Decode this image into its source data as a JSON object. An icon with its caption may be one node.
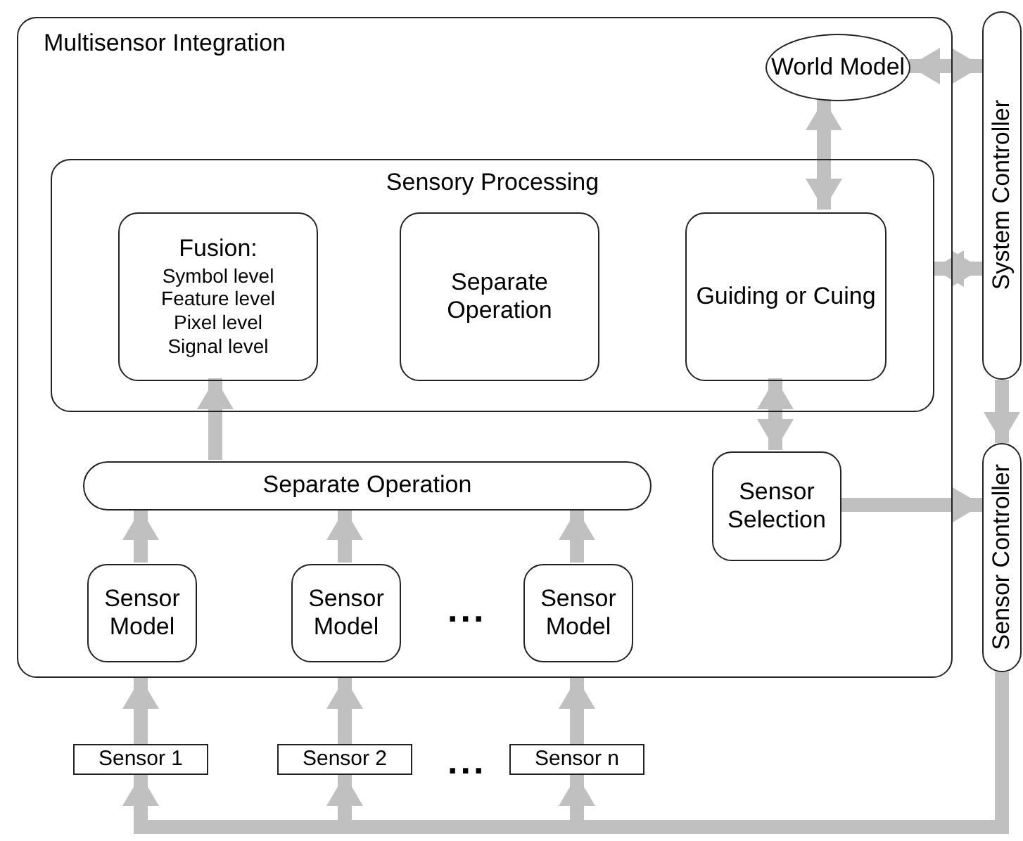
{
  "diagram": {
    "nodes": [
      {
        "text": [
          "Multisensor Integration"
        ]
      },
      {
        "text": [
          "World Model"
        ],
        "in": 0
      },
      {
        "text": [
          "Sensory Processing"
        ],
        "in": 0
      },
      {
        "text": [
          "Fusion:",
          "Symbol level Feature level Pixel level Signal level"
        ],
        "in": 2
      },
      {
        "text": [
          "Separate Operation"
        ],
        "in": 2
      },
      {
        "text": [
          "Guiding or Cuing"
        ],
        "in": 2
      },
      {
        "text": [
          "Separate Operation"
        ],
        "in": 0
      },
      {
        "text": [
          "Sensor Selection"
        ],
        "in": 0
      },
      {
        "text": [
          "Sensor Model"
        ],
        "in": 0
      },
      {
        "text": [
          "Sensor Model"
        ],
        "in": 0
      },
      {
        "text": [
          "Sensor Model"
        ],
        "in": 0
      },
      {
        "text": [
          "System Controller"
        ]
      },
      {
        "text": [
          "Sensor Controller"
        ]
      },
      {
        "text": [
          "Sensor 1"
        ]
      },
      {
        "text": [
          "Sensor 2"
        ]
      },
      {
        "text": [
          "Sensor n"
        ]
      }
    ],
    "edges": [
      {
        "from": 1,
        "to": 11,
        "arrow": "both"
      },
      {
        "from": 2,
        "to": 11,
        "arrow": "both"
      },
      {
        "from": 1,
        "to": 5,
        "arrow": "both"
      },
      {
        "from": 5,
        "to": 7,
        "arrow": "both"
      },
      {
        "from": 7,
        "to": 12,
        "arrow": "to"
      },
      {
        "from": 11,
        "to": 12,
        "arrow": "to"
      },
      {
        "from": 6,
        "to": 3,
        "arrow": "to"
      },
      {
        "from": 8,
        "to": 6,
        "arrow": "to"
      },
      {
        "from": 9,
        "to": 6,
        "arrow": "to"
      },
      {
        "from": 10,
        "to": 6,
        "arrow": "to"
      },
      {
        "from": 13,
        "to": 0,
        "arrow": "to"
      },
      {
        "from": 14,
        "to": 0,
        "arrow": "to"
      },
      {
        "from": 15,
        "to": 0,
        "arrow": "to"
      },
      {
        "from": 12,
        "to": 13,
        "arrow": "to"
      },
      {
        "from": 12,
        "to": 14,
        "arrow": "to"
      },
      {
        "from": 12,
        "to": 15,
        "arrow": "to"
      }
    ],
    "labels": [
      "...",
      "..."
    ]
  }
}
